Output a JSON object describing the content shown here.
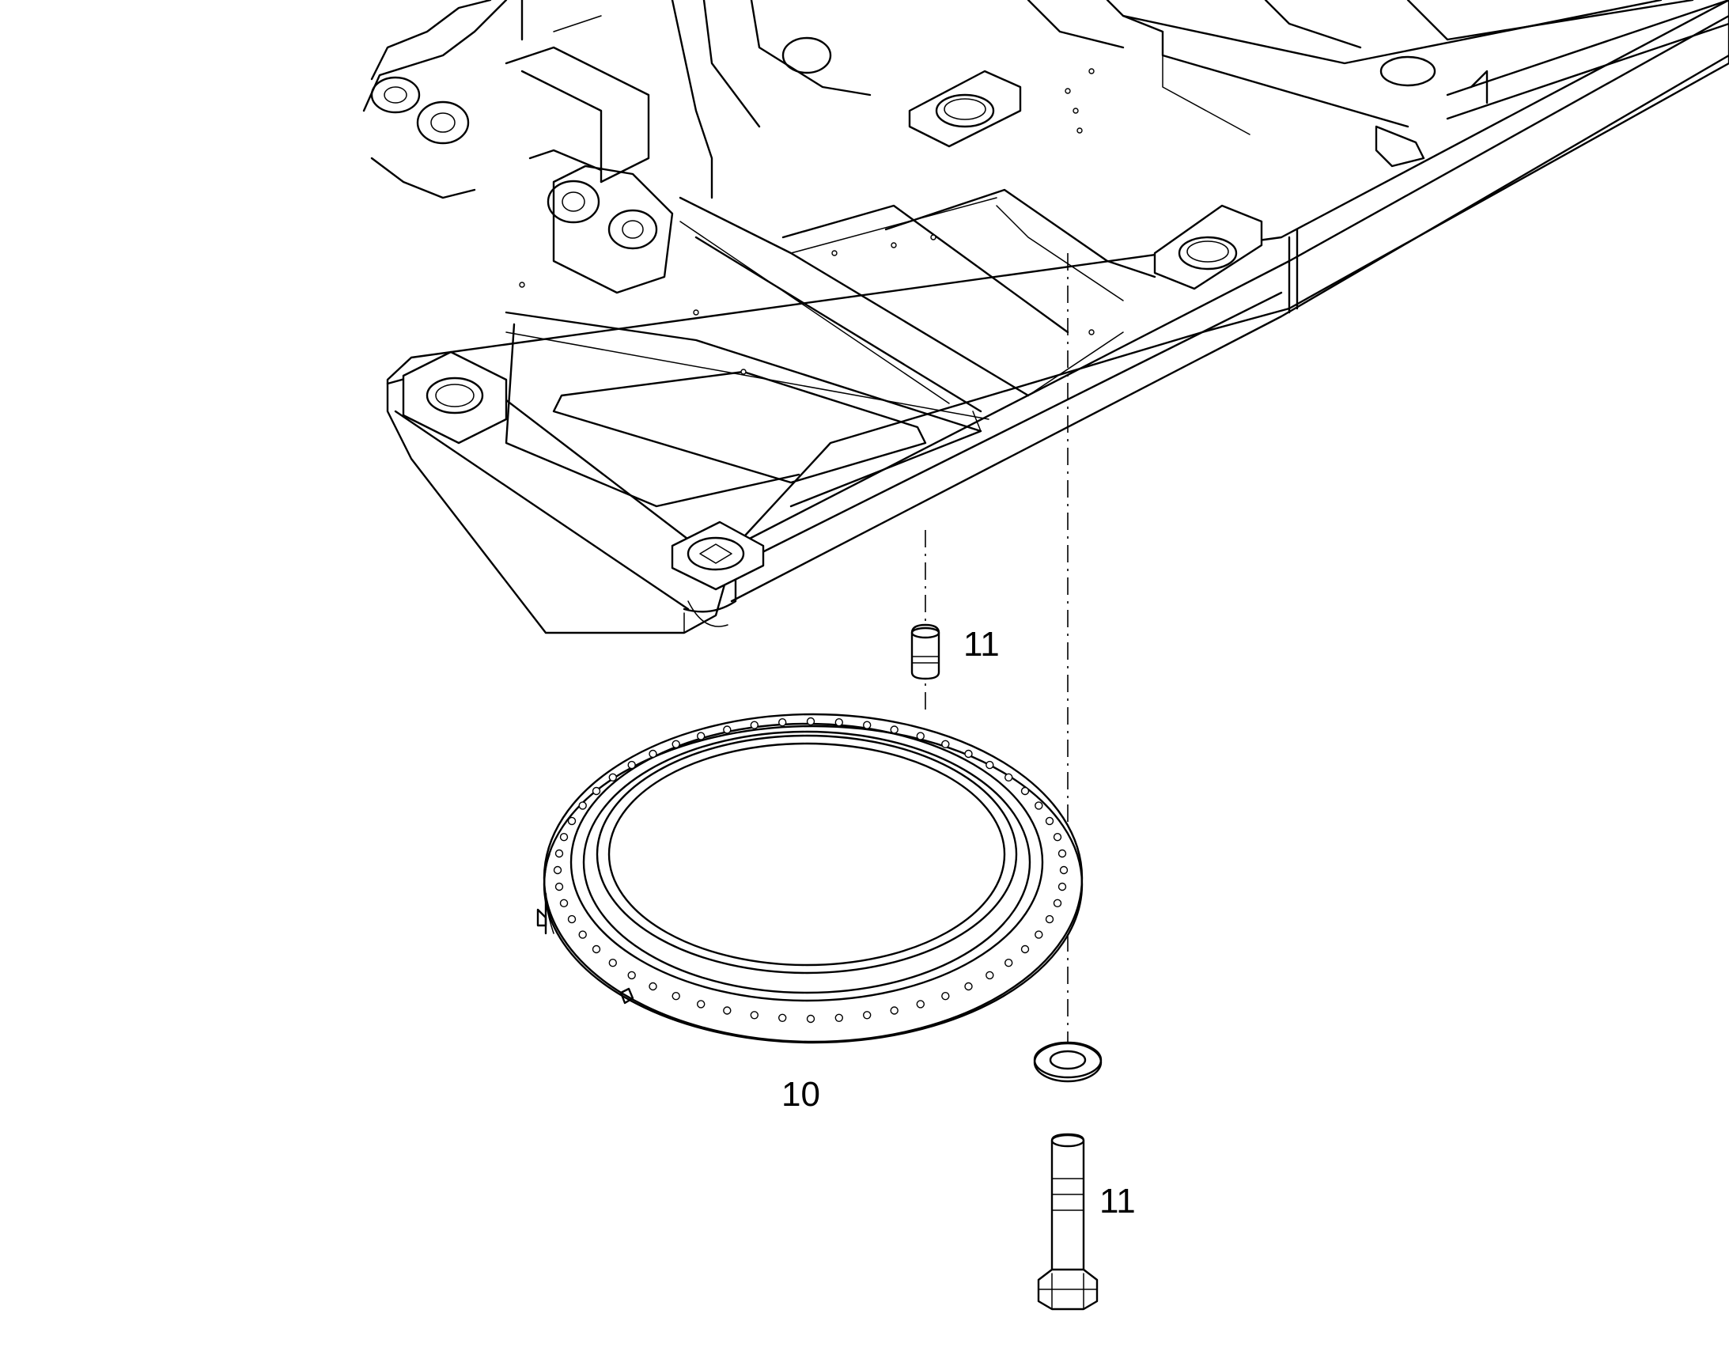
{
  "diagram": {
    "background": "#ffffff",
    "line_color": "#000000",
    "callouts": {
      "pin_top": "11",
      "slewing_ring": "10",
      "bolt_bottom": "11"
    },
    "icons": {
      "frame": "undercarriage-frame-icon",
      "ring": "slewing-ring-icon",
      "pin": "dowel-pin-icon",
      "washer": "washer-icon",
      "bolt": "hex-bolt-icon"
    }
  }
}
